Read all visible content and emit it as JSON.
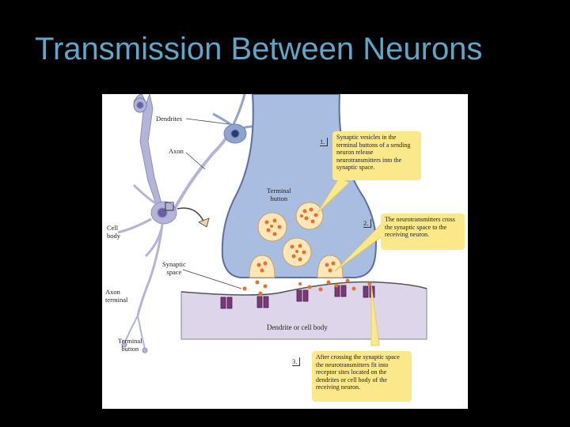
{
  "title": "Transmission Between Neurons",
  "labels": {
    "dendrites": "Dendrites",
    "axon": "Axon",
    "cell_body": "Cell\nbody",
    "synaptic_space": "Synaptic\nspace",
    "axon_terminal": "Axon\nterminal",
    "terminal_button_small": "Terminal\nbutton",
    "terminal_button_big": "Terminal\nbutton",
    "dendrite_or_cell_body": "Dendrite or cell body"
  },
  "steps": [
    {
      "number": "1.",
      "text": "Synaptic vesicles in the terminal buttons of a sending neuron release neurotransmitters into the synaptic space."
    },
    {
      "number": "2.",
      "text": "The neurotransmitters cross the synaptic space to the receiving neuron."
    },
    {
      "number": "3.",
      "text": "After crossing the synaptic space the neurotransmitters fit into receptor sites located on the dendrites or cell body of the receiving neuron."
    }
  ],
  "colors": {
    "background": "#000000",
    "title": "#5fa6c9",
    "callout": "#fbe88a",
    "terminal": "#a9bde0",
    "vesicle": "#fde6b8",
    "neurotransmitter": "#e8702a",
    "receiving_membrane": "#ddd5ea",
    "receptor": "#7a3a78"
  }
}
